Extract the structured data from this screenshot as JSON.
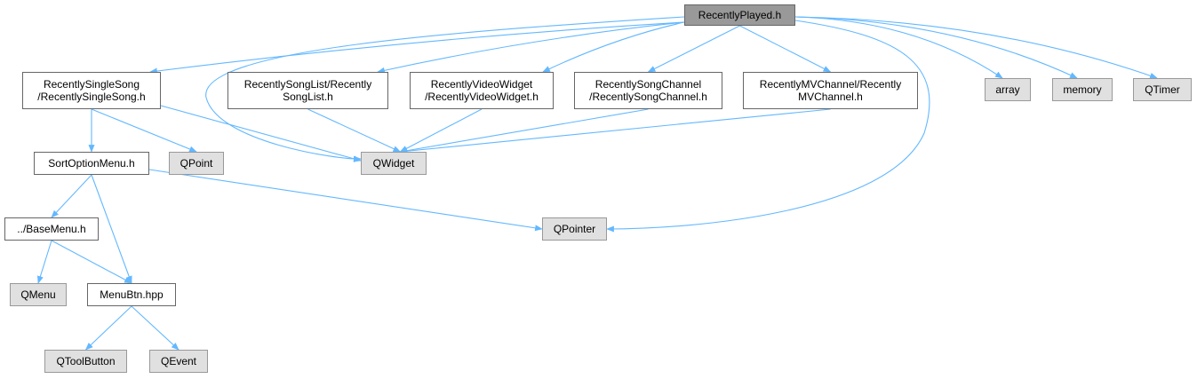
{
  "diagram": {
    "type": "include-dependency-graph",
    "edge_color": "#63b8ff",
    "nodes": [
      {
        "id": "root",
        "label": "RecentlyPlayed.h",
        "kind": "root"
      },
      {
        "id": "rss",
        "label": "RecentlySingleSong\n/RecentlySingleSong.h",
        "kind": "file"
      },
      {
        "id": "rsl",
        "label": "RecentlySongList/Recently\nSongList.h",
        "kind": "file"
      },
      {
        "id": "rvw",
        "label": "RecentlyVideoWidget\n/RecentlyVideoWidget.h",
        "kind": "file"
      },
      {
        "id": "rsc",
        "label": "RecentlySongChannel\n/RecentlySongChannel.h",
        "kind": "file"
      },
      {
        "id": "rmv",
        "label": "RecentlyMVChannel/Recently\nMVChannel.h",
        "kind": "file"
      },
      {
        "id": "array",
        "label": "array",
        "kind": "external"
      },
      {
        "id": "memory",
        "label": "memory",
        "kind": "external"
      },
      {
        "id": "qtimer",
        "label": "QTimer",
        "kind": "external"
      },
      {
        "id": "som",
        "label": "SortOptionMenu.h",
        "kind": "file"
      },
      {
        "id": "qpoint",
        "label": "QPoint",
        "kind": "external"
      },
      {
        "id": "qwidget",
        "label": "QWidget",
        "kind": "external"
      },
      {
        "id": "basemenu",
        "label": "../BaseMenu.h",
        "kind": "file"
      },
      {
        "id": "qpointer",
        "label": "QPointer",
        "kind": "external"
      },
      {
        "id": "qmenu",
        "label": "QMenu",
        "kind": "external"
      },
      {
        "id": "menubtn",
        "label": "MenuBtn.hpp",
        "kind": "file"
      },
      {
        "id": "qtoolbutton",
        "label": "QToolButton",
        "kind": "external"
      },
      {
        "id": "qevent",
        "label": "QEvent",
        "kind": "external"
      }
    ],
    "edges": [
      {
        "from": "root",
        "to": "rss"
      },
      {
        "from": "root",
        "to": "rsl"
      },
      {
        "from": "root",
        "to": "rvw"
      },
      {
        "from": "root",
        "to": "rsc"
      },
      {
        "from": "root",
        "to": "rmv"
      },
      {
        "from": "root",
        "to": "array"
      },
      {
        "from": "root",
        "to": "memory"
      },
      {
        "from": "root",
        "to": "qtimer"
      },
      {
        "from": "root",
        "to": "qwidget"
      },
      {
        "from": "root",
        "to": "qpointer"
      },
      {
        "from": "rss",
        "to": "som"
      },
      {
        "from": "rss",
        "to": "qpoint"
      },
      {
        "from": "rss",
        "to": "qwidget"
      },
      {
        "from": "rsl",
        "to": "qwidget"
      },
      {
        "from": "rvw",
        "to": "qwidget"
      },
      {
        "from": "rsc",
        "to": "qwidget"
      },
      {
        "from": "rmv",
        "to": "qwidget"
      },
      {
        "from": "som",
        "to": "basemenu"
      },
      {
        "from": "som",
        "to": "menubtn"
      },
      {
        "from": "som",
        "to": "qpointer"
      },
      {
        "from": "basemenu",
        "to": "qmenu"
      },
      {
        "from": "basemenu",
        "to": "menubtn"
      },
      {
        "from": "menubtn",
        "to": "qtoolbutton"
      },
      {
        "from": "menubtn",
        "to": "qevent"
      }
    ]
  }
}
